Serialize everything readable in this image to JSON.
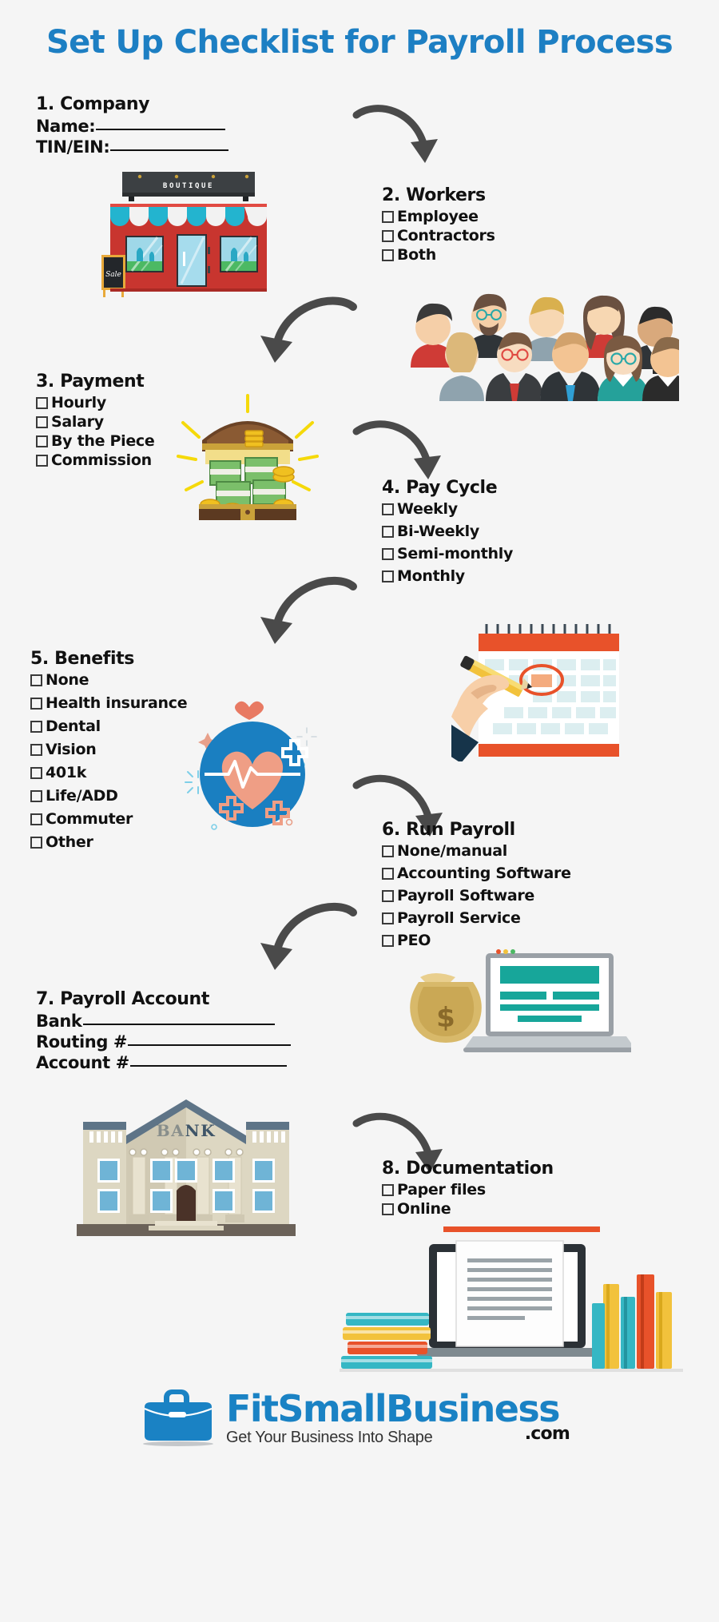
{
  "title": "Set Up Checklist for Payroll Process",
  "theme": {
    "background": "#f5f5f5",
    "title_color": "#1d7fc3",
    "text_color": "#111111",
    "arrow_color": "#4a4a4a",
    "brand_blue": "#1a82c4"
  },
  "sections": [
    {
      "heading": "1. Company",
      "fields": [
        {
          "label": "Name:"
        },
        {
          "label": "TIN/EIN:"
        }
      ],
      "art": "boutique-storefront",
      "art_label": "BOUTIQUE",
      "art_sign": "Sale"
    },
    {
      "heading": "2. Workers",
      "items": [
        "Employee",
        "Contractors",
        "Both"
      ],
      "art": "group-of-workers"
    },
    {
      "heading": "3. Payment",
      "items": [
        "Hourly",
        "Salary",
        "By the Piece",
        "Commission"
      ],
      "art": "treasure-chest-of-money"
    },
    {
      "heading": "4. Pay Cycle",
      "items": [
        "Weekly",
        "Bi-Weekly",
        "Semi-monthly",
        "Monthly"
      ],
      "art": "desk-calendar-with-hand"
    },
    {
      "heading": "5. Benefits",
      "items": [
        "None",
        "Health insurance",
        "Dental",
        "Vision",
        "401k",
        "Life/ADD",
        "Commuter",
        "Other"
      ],
      "art": "heart-health-icon"
    },
    {
      "heading": "6. Run Payroll",
      "items": [
        "None/manual",
        "Accounting Software",
        "Payroll Software",
        "Payroll Service",
        "PEO"
      ],
      "art": "laptop-and-money-bag"
    },
    {
      "heading": "7. Payroll Account",
      "fields": [
        {
          "label": "Bank"
        },
        {
          "label": "Routing #"
        },
        {
          "label": "Account #"
        }
      ],
      "art": "bank-building",
      "art_label": "BANK"
    },
    {
      "heading": "8. Documentation",
      "items": [
        "Paper files",
        "Online"
      ],
      "art": "documents-laptop-and-books"
    }
  ],
  "logo": {
    "name": "FitSmallBusiness",
    "tagline": "Get Your Business Into Shape",
    "suffix": ".com",
    "icon": "briefcase-icon"
  }
}
